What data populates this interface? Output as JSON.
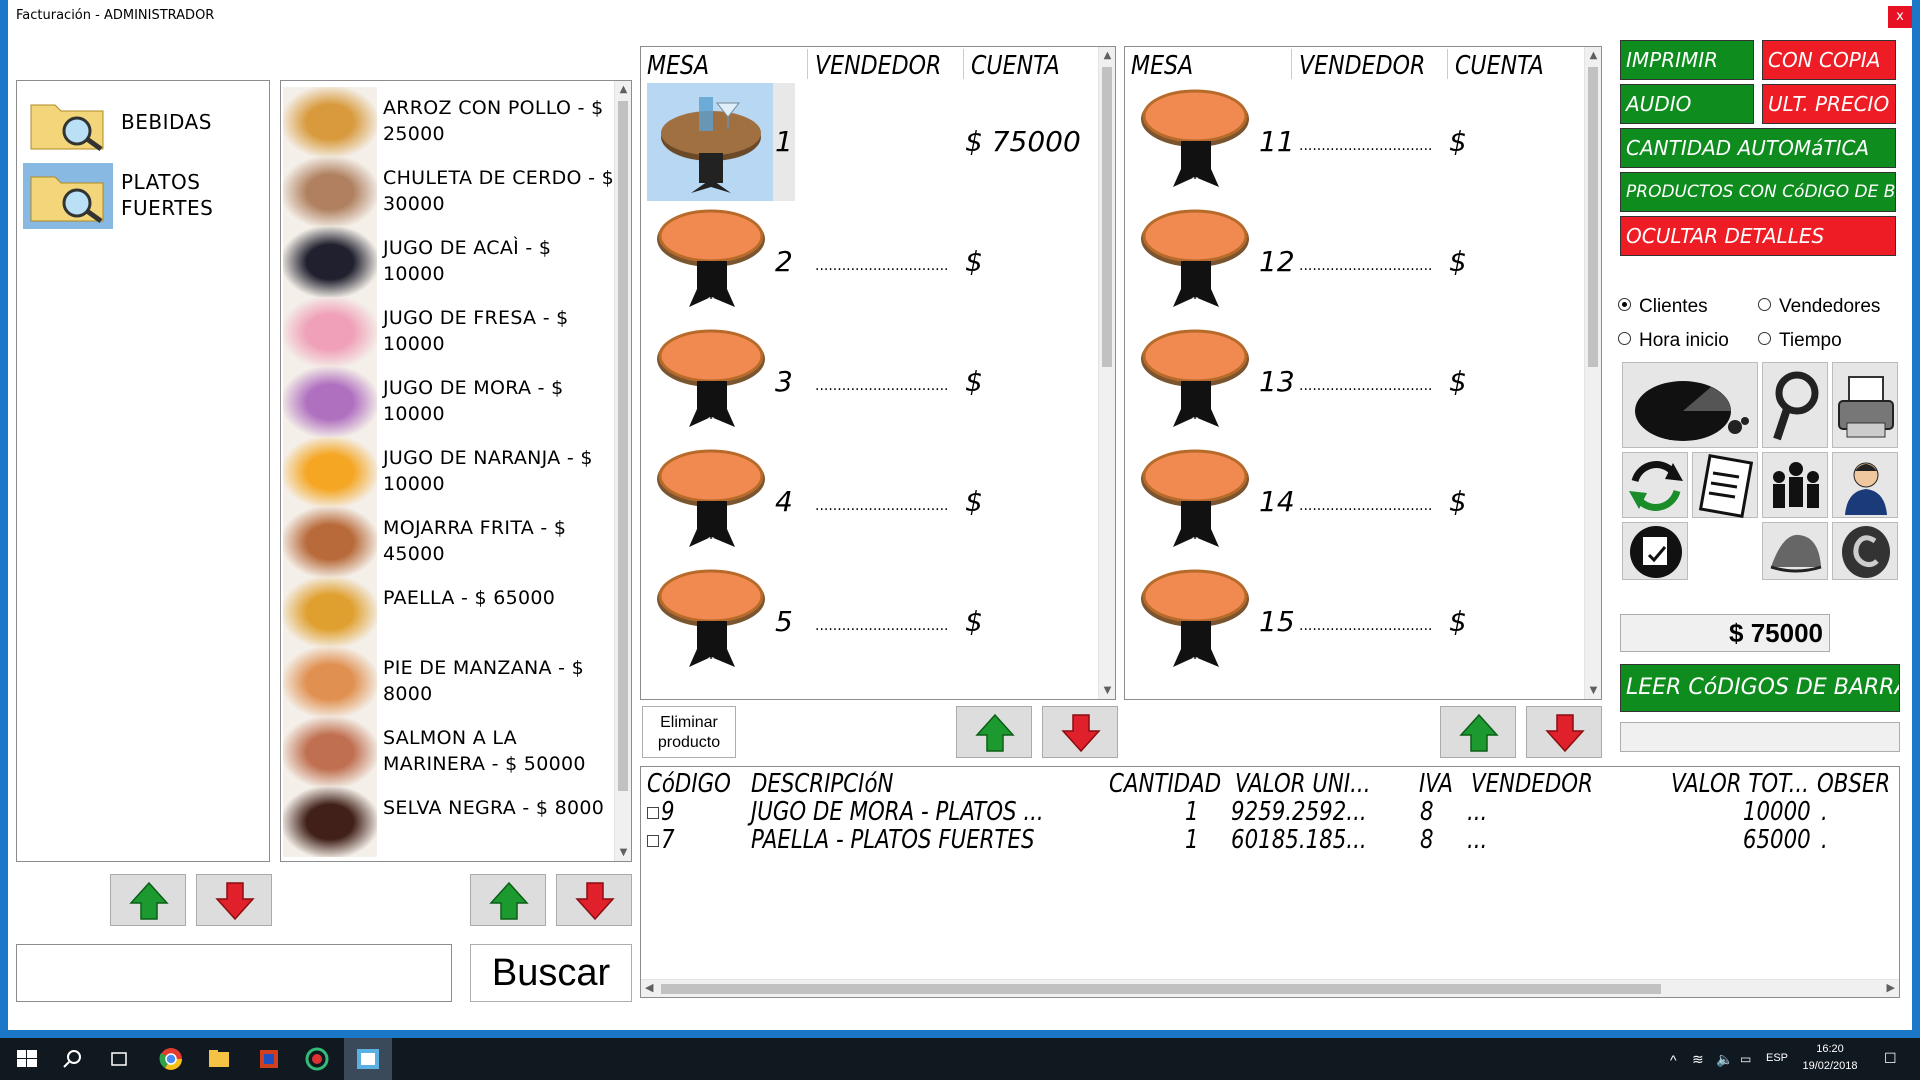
{
  "window": {
    "title": "Facturación - ADMINISTRADOR",
    "close_label": "x"
  },
  "categories": [
    {
      "label": "BEBIDAS",
      "selected": false
    },
    {
      "label": "PLATOS\nFUERTES",
      "selected": true
    }
  ],
  "products": [
    {
      "name": "ARROZ CON POLLO - $ 25000",
      "thumb_color": "#d89a3c"
    },
    {
      "name": "CHULETA DE CERDO - $ 30000",
      "thumb_color": "#b08060"
    },
    {
      "name": "JUGO DE ACAÌ - $ 10000",
      "thumb_color": "#20202e"
    },
    {
      "name": "JUGO DE FRESA - $ 10000",
      "thumb_color": "#f0a0b8"
    },
    {
      "name": "JUGO DE MORA - $ 10000",
      "thumb_color": "#b070c0"
    },
    {
      "name": "JUGO DE NARANJA - $ 10000",
      "thumb_color": "#f5a623"
    },
    {
      "name": "MOJARRA FRITA - $ 45000",
      "thumb_color": "#b86a3a"
    },
    {
      "name": "PAELLA - $ 65000",
      "thumb_color": "#e0a030"
    },
    {
      "name": "PIE DE MANZANA - $ 8000",
      "thumb_color": "#e09050"
    },
    {
      "name": "SALMON A LA MARINERA - $ 50000",
      "thumb_color": "#c07050"
    },
    {
      "name": "SELVA NEGRA - $ 8000",
      "thumb_color": "#402018"
    }
  ],
  "search": {
    "placeholder": "",
    "value": "",
    "button_label": "Buscar"
  },
  "tables_headers": {
    "mesa": "MESA",
    "vendedor": "VENDEDOR",
    "cuenta": "CUENTA"
  },
  "tables_left": [
    {
      "num": "1",
      "vendedor": "",
      "cuenta": "$ 75000",
      "occupied": true
    },
    {
      "num": "2",
      "vendedor": "..............................",
      "cuenta": "$",
      "occupied": false
    },
    {
      "num": "3",
      "vendedor": "..............................",
      "cuenta": "$",
      "occupied": false
    },
    {
      "num": "4",
      "vendedor": "..............................",
      "cuenta": "$",
      "occupied": false
    },
    {
      "num": "5",
      "vendedor": "..............................",
      "cuenta": "$",
      "occupied": false
    }
  ],
  "tables_right": [
    {
      "num": "11",
      "vendedor": "..............................",
      "cuenta": "$",
      "occupied": false
    },
    {
      "num": "12",
      "vendedor": "..............................",
      "cuenta": "$",
      "occupied": false
    },
    {
      "num": "13",
      "vendedor": "..............................",
      "cuenta": "$",
      "occupied": false
    },
    {
      "num": "14",
      "vendedor": "..............................",
      "cuenta": "$",
      "occupied": false
    },
    {
      "num": "15",
      "vendedor": "..............................",
      "cuenta": "$",
      "occupied": false
    }
  ],
  "eliminar_label": "Eliminar\nproducto",
  "detail": {
    "headers": [
      "CóDIGO",
      "DESCRIPCIóN",
      "CANTIDAD",
      "VALOR UNI...",
      "IVA",
      "VENDEDOR",
      "VALOR TOT...",
      "OBSER"
    ],
    "rows": [
      {
        "codigo": "9",
        "descripcion": "JUGO DE MORA - PLATOS ...",
        "cantidad": "1",
        "valor_uni": "9259.2592...",
        "iva": "8",
        "vendedor": "...",
        "valor_tot": "10000",
        "obser": "."
      },
      {
        "codigo": "7",
        "descripcion": "PAELLA - PLATOS FUERTES",
        "cantidad": "1",
        "valor_uni": "60185.185...",
        "iva": "8",
        "vendedor": "...",
        "valor_tot": "65000",
        "obser": "."
      }
    ]
  },
  "actions": {
    "imprimir": "IMPRIMIR",
    "con_copia": "CON COPIA",
    "audio": "AUDIO",
    "ult_precio": "ULT. PRECIO",
    "cantidad_auto": "CANTIDAD AUTOMáTICA",
    "productos_barras": "PRODUCTOS CON CóDIGO DE BARRAS",
    "ocultar": "OCULTAR DETALLES",
    "leer_barras": "LEER CóDIGOS DE BARRAS"
  },
  "radios": [
    {
      "label": "Clientes",
      "checked": true
    },
    {
      "label": "Vendedores",
      "checked": false
    },
    {
      "label": "Hora inicio",
      "checked": false
    },
    {
      "label": "Tiempo",
      "checked": false
    }
  ],
  "tools": [
    "pie-chart-icon",
    "magnifier-icon",
    "printer-icon",
    "refresh-icon",
    "document-icon",
    "group-icon",
    "agent-icon",
    "approved-icon",
    "cap-icon",
    "coin-icon"
  ],
  "total": "$ 75000",
  "colors": {
    "green": "#0e8c1e",
    "red": "#ee1c24",
    "window_border": "#1b78c9"
  },
  "taskbar": {
    "lang": "ESP",
    "time": "16:20",
    "date": "19/02/2018"
  }
}
